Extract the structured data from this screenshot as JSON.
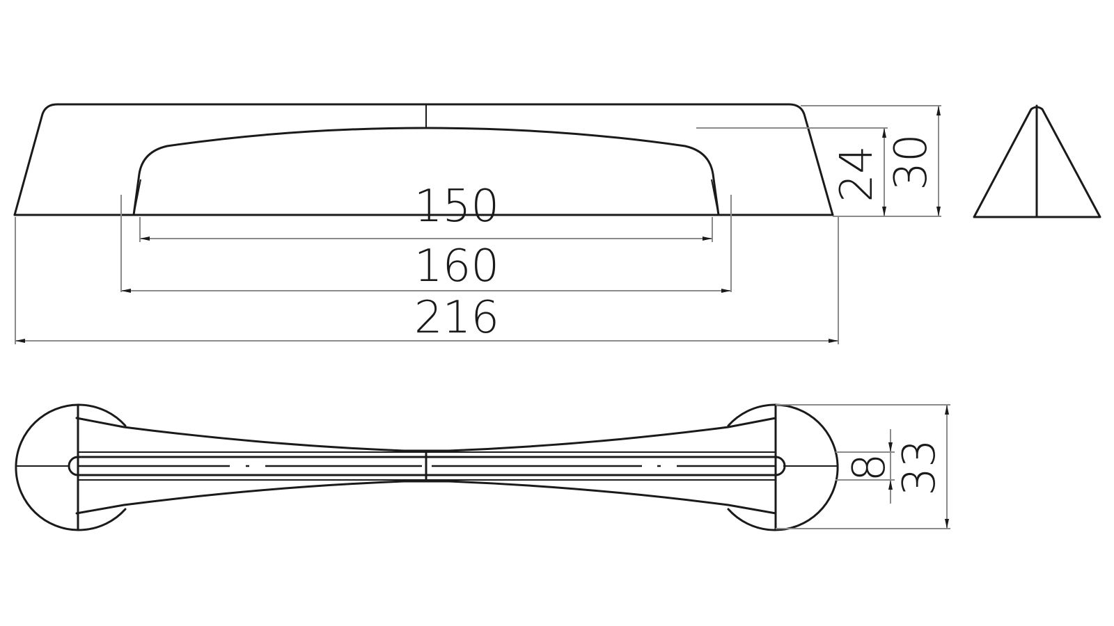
{
  "drawing": {
    "subject": "cabinet handle dimension drawing",
    "units": "mm",
    "colors": {
      "outline": "#1a1a1a",
      "dimension_line": "#8a8a8a",
      "background": "#ffffff"
    }
  },
  "front_view": {
    "dimensions": {
      "inner_span": "150",
      "hole_center_distance": "160",
      "overall_length": "216",
      "grip_height": "24",
      "overall_height": "30"
    }
  },
  "side_view": {
    "shape": "triangle"
  },
  "top_view": {
    "dimensions": {
      "slot_width": "8",
      "base_diameter": "33"
    }
  }
}
